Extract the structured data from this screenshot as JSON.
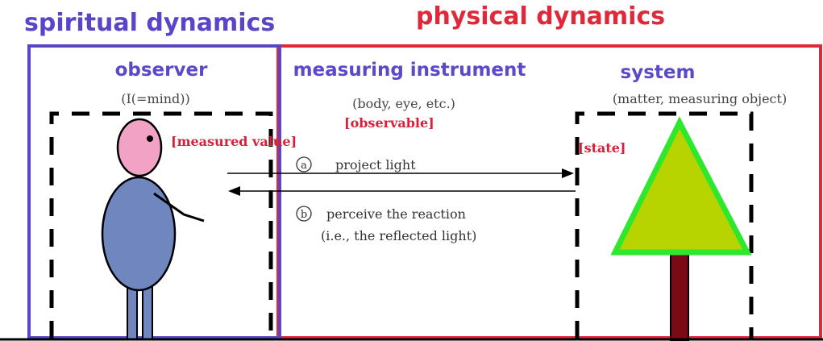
{
  "titles": {
    "spiritual": "spiritual dynamics",
    "physical": "physical dynamics"
  },
  "columns": {
    "observer": {
      "heading": "observer",
      "note": "(I(=mind))",
      "tag": "[measured value]"
    },
    "instrument": {
      "heading": "measuring instrument",
      "note": "(body, eye, etc.)",
      "tag": "[observable]"
    },
    "system": {
      "heading": "system",
      "note": "(matter, measuring object)",
      "tag": "[state]"
    }
  },
  "arrows": {
    "project": {
      "marker": "a",
      "label": "project light"
    },
    "perceive": {
      "marker": "b",
      "label_line1": "perceive the reaction",
      "label_line2": "(i.e., the reflected light)"
    }
  },
  "colors": {
    "spiritual": "#5a45c8",
    "physical": "#e0283a",
    "heading": "#5a4ac8",
    "tag": "#d8203a",
    "head_fill": "#f2a3c5",
    "body_fill": "#6f86be",
    "tree_fill": "#b7d400",
    "tree_outline": "#2ee82e",
    "trunk": "#7a0a14"
  }
}
